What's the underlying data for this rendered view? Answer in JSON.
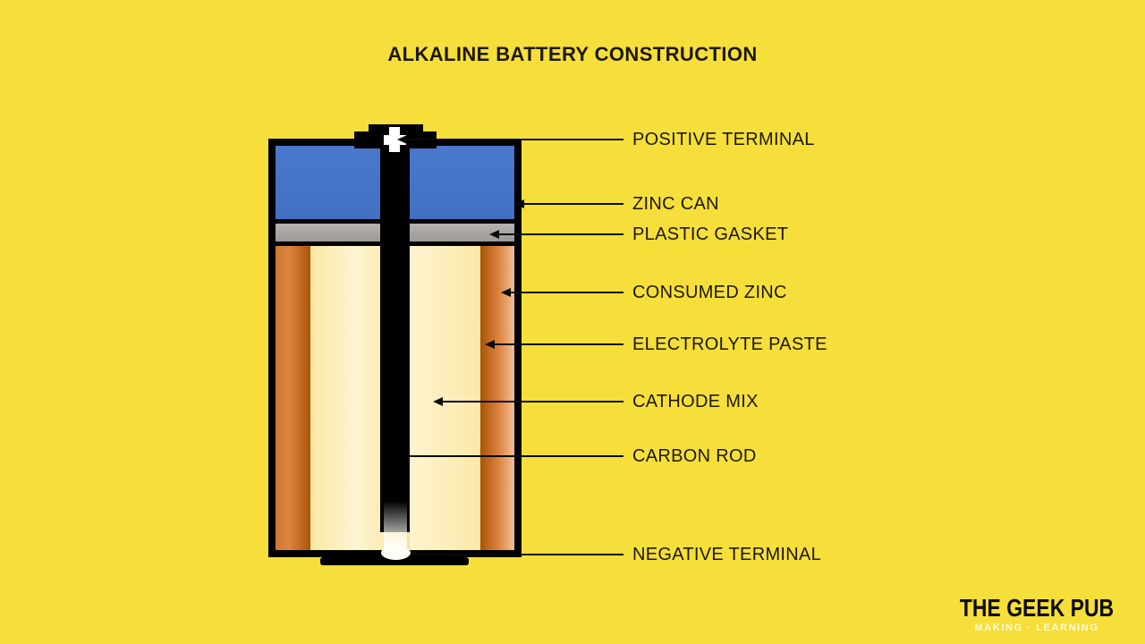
{
  "title": "ALKALINE BATTERY CONSTRUCTION",
  "callouts": [
    {
      "part": "positive-terminal",
      "text": "POSITIVE TERMINAL"
    },
    {
      "part": "zinc-can",
      "text": "ZINC CAN"
    },
    {
      "part": "plastic-gasket",
      "text": "PLASTIC GASKET"
    },
    {
      "part": "consumed-zinc",
      "text": "CONSUMED ZINC"
    },
    {
      "part": "electrolyte-paste",
      "text": "ELECTROLYTE PASTE"
    },
    {
      "part": "cathode-mix",
      "text": "CATHODE MIX"
    },
    {
      "part": "carbon-rod",
      "text": "CARBON ROD"
    },
    {
      "part": "negative-terminal",
      "text": "NEGATIVE TERMINAL"
    }
  ],
  "colors": {
    "background_yellow": "#F6DF3A",
    "zinc_can_blue": "#4573C7",
    "gasket_gray": "#ABA7A5",
    "consumed_zinc_orange": "#C55A11",
    "paste_cream": "#FCEFC0",
    "outline_black": "#000000"
  },
  "logo": {
    "name": "THE GEEK PUB",
    "tagline": "MAKING · LEARNING"
  }
}
